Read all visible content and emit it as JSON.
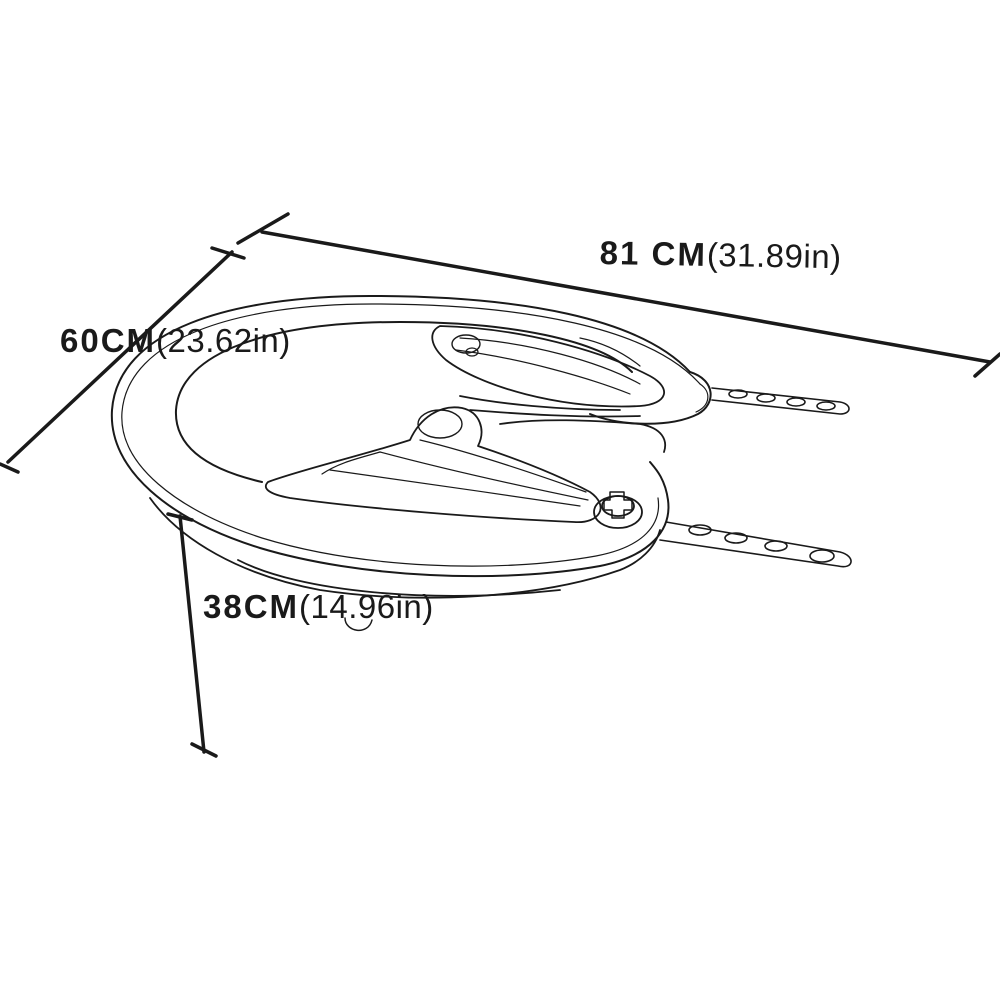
{
  "dimensions": {
    "width": {
      "value": "81 CM",
      "alt": "(31.89in)"
    },
    "depth": {
      "value": "60CM",
      "alt": "(23.62in)"
    },
    "height": {
      "value": "38CM",
      "alt": "(14.96in)"
    }
  },
  "colors": {
    "line": "#1a1a1a",
    "background": "#ffffff"
  }
}
